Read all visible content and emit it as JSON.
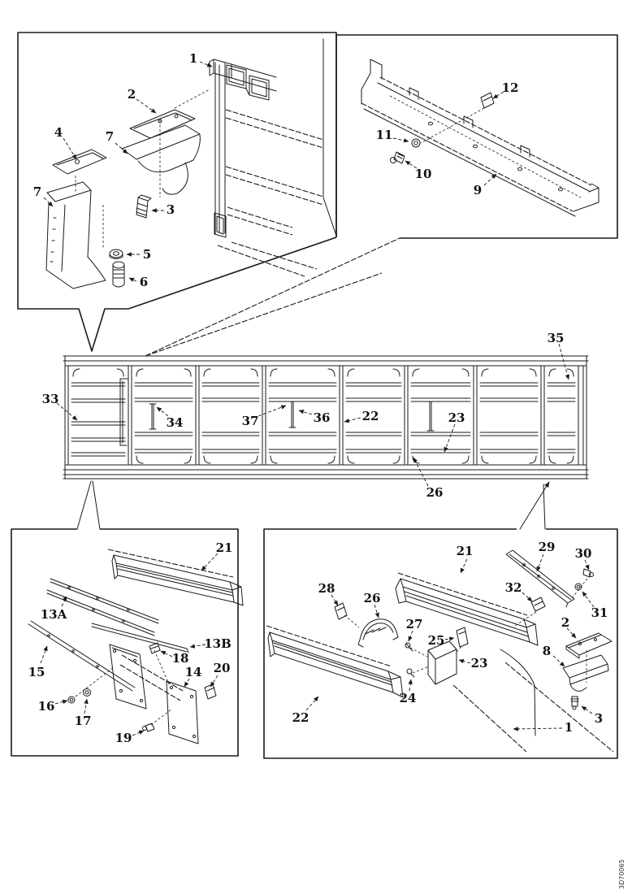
{
  "page": {
    "background": "#ffffff",
    "ink": "#1a1a1a"
  },
  "figure": {
    "type": "exploded-parts-diagram",
    "drawing_number": "3D70065"
  },
  "insets": {
    "top_left": {
      "callouts": [
        "1",
        "2",
        "4",
        "7",
        "7",
        "3",
        "5",
        "6"
      ]
    },
    "top_right": {
      "callouts": [
        "12",
        "11",
        "10",
        "9"
      ]
    },
    "frame": {
      "callouts": [
        "33",
        "34",
        "37",
        "36",
        "22",
        "23",
        "26",
        "35"
      ]
    },
    "bottom_left": {
      "callouts": [
        "21",
        "13A",
        "13B",
        "18",
        "15",
        "14",
        "20",
        "16",
        "17",
        "19"
      ]
    },
    "bottom_right": {
      "callouts": [
        "21",
        "29",
        "30",
        "28",
        "26",
        "32",
        "31",
        "27",
        "25",
        "23",
        "2",
        "8",
        "24",
        "22",
        "3",
        "1"
      ]
    }
  }
}
